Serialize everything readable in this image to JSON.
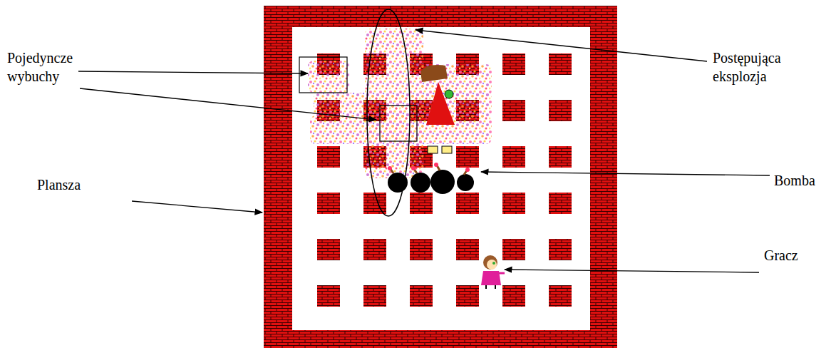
{
  "diagram": {
    "labels": [
      "Pojedyncze wybuchy",
      "Postępująca eksplozja",
      "Plansza",
      "Bomba",
      "Gracz"
    ]
  }
}
